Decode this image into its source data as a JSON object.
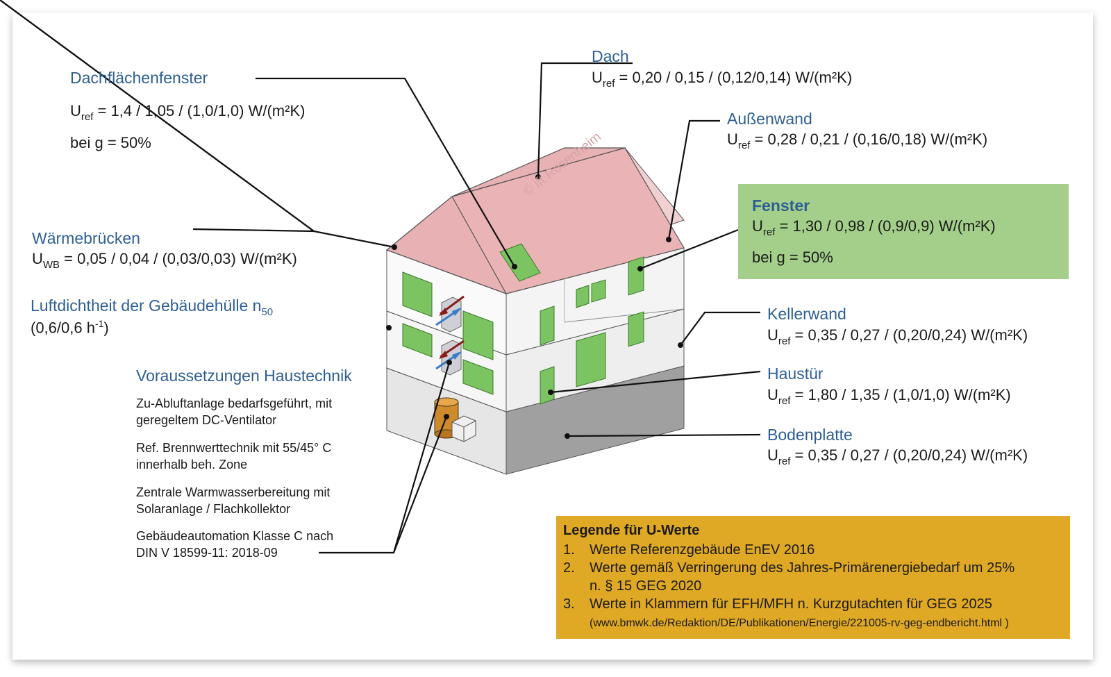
{
  "watermark": "© ift Rosenheim",
  "labels": {
    "dachflaechenfenster": {
      "title": "Dachflächenfenster",
      "u_main": "U",
      "u_sub": "ref",
      "u_val": " = 1,4 / 1,05 / (1,0/1,0) W/(m²K)",
      "extra": "bei g = 50%"
    },
    "dach": {
      "title": "Dach",
      "u_main": "U",
      "u_sub": "ref",
      "u_val": " = 0,20 / 0,15 / (0,12/0,14) W/(m²K)"
    },
    "aussenwand": {
      "title": "Außenwand",
      "u_main": "U",
      "u_sub": "ref",
      "u_val": " = 0,28 / 0,21  / (0,16/0,18)  W/(m²K)"
    },
    "fenster": {
      "title": "Fenster",
      "u_main": "U",
      "u_sub": "ref",
      "u_val": " = 1,30 / 0,98 / (0,9/0,9)  W/(m²K)",
      "extra": "bei g = 50%"
    },
    "waermebruecken": {
      "title": "Wärmebrücken",
      "u_main": "U",
      "u_sub": "WB",
      "u_val": " = 0,05 / 0,04 / (0,03/0,03) W/(m²K)"
    },
    "luftdichtheit": {
      "title": "Luftdichtheit der Gebäudehülle n",
      "title_sub": "50",
      "val_main": "(0,6/0,6 h",
      "val_sup": "-1",
      "val_end": ")"
    },
    "kellerwand": {
      "title": "Kellerwand",
      "u_main": "U",
      "u_sub": "ref",
      "u_val": " = 0,35 / 0,27 / (0,20/0,24) W/(m²K)"
    },
    "haustuer": {
      "title": "Haustür",
      "u_main": "U",
      "u_sub": "ref",
      "u_val": " = 1,80 / 1,35 / (1,0/1,0) W/(m²K)"
    },
    "bodenplatte": {
      "title": "Bodenplatte",
      "u_main": "U",
      "u_sub": "ref",
      "u_val": " = 0,35 / 0,27 / (0,20/0,24) W/(m²K)"
    },
    "haustechnik": {
      "title": "Voraussetzungen Haustechnik",
      "items": [
        {
          "l1": "Zu-Abluftanlage bedarfsgeführt, mit",
          "l2": "geregeltem DC-Ventilator"
        },
        {
          "l1": "Ref. Brennwerttechnik mit 55/45°  C",
          "l2": "innerhalb beh. Zone"
        },
        {
          "l1": "Zentrale Warmwasserbereitung mit",
          "l2": "Solaranlage / Flachkollektor"
        },
        {
          "l1": "Gebäudeautomation Klasse C nach",
          "l2": "DIN V 18599-11: 2018-09"
        }
      ]
    }
  },
  "legend": {
    "heading": "Legende für U-Werte",
    "items": [
      {
        "num": "1.",
        "text": "Werte Referenzgebäude EnEV 2016"
      },
      {
        "num": "2.",
        "text": "Werte gemäß Verringerung des Jahres-Primärenergiebedarf um 25%"
      },
      {
        "num": "",
        "text": "n.  § 15 GEG 2020"
      },
      {
        "num": "3.",
        "text": "Werte in Klammern für EFH/MFH n. Kurzgutachten für GEG 2025"
      }
    ],
    "url": "(www.bmwk.de/Redaktion/DE/Publikationen/Energie/221005-rv-geg-endbericht.html )"
  },
  "colors": {
    "roof": "#e8b1b4",
    "window": "#7cc462",
    "basement": "#9a9a9a",
    "green_box": "#a4cf8a",
    "legend_box": "#dfa825",
    "title_blue": "#2e5f94"
  }
}
